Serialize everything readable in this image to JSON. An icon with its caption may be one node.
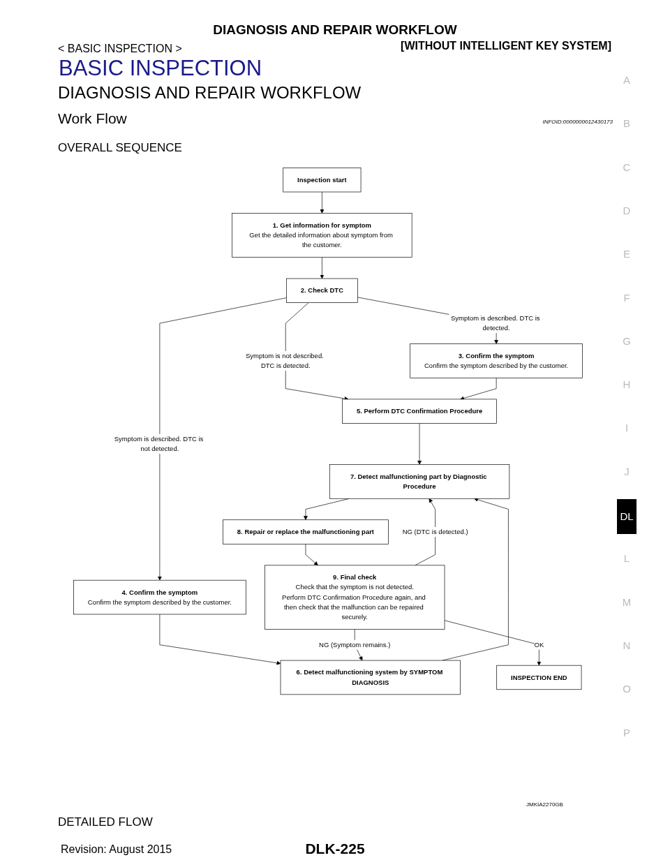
{
  "diagram": {
    "title": "DIAGNOSIS AND REPAIR WORKFLOW",
    "nodes": [
      {
        "text": [
          "Inspection start"
        ]
      },
      {
        "text": [
          "1. Get information for symptom",
          "Get the detailed information about symptom from the customer."
        ]
      },
      {
        "text": [
          "2. Check DTC"
        ]
      },
      {
        "text": [
          "3. Confirm the symptom",
          "Confirm the symptom described by the customer."
        ]
      },
      {
        "text": [
          "4. Confirm the symptom",
          "Confirm the symptom described by the customer."
        ]
      },
      {
        "text": [
          "5. Perform DTC Confirmation Procedure"
        ]
      },
      {
        "text": [
          "6. Detect malfunctioning system by SYMPTOM DIAGNOSIS"
        ]
      },
      {
        "text": [
          "7. Detect malfunctioning part by Diagnostic Procedure"
        ]
      },
      {
        "text": [
          "8. Repair or replace the malfunctioning part"
        ]
      },
      {
        "text": [
          "9. Final check",
          "Check that the symptom is not detected.",
          "Perform DTC Confirmation Procedure again, and then check that the malfunction can be repaired securely."
        ]
      },
      {
        "text": [
          "INSPECTION END"
        ]
      }
    ],
    "edges": [
      {
        "from": 0,
        "to": 1,
        "arrow": "to"
      },
      {
        "from": 1,
        "to": 2,
        "arrow": "to"
      },
      {
        "from": 2,
        "to": 3,
        "arrow": "to",
        "label": "Symptom is described. DTC is detected."
      },
      {
        "from": 2,
        "to": 5,
        "arrow": "to",
        "label": "Symptom is not described. DTC is detected."
      },
      {
        "from": 2,
        "to": 4,
        "arrow": "to",
        "label": "Symptom is described. DTC is not detected."
      },
      {
        "from": 3,
        "to": 5,
        "arrow": "to"
      },
      {
        "from": 4,
        "to": 6,
        "arrow": "to"
      },
      {
        "from": 5,
        "to": 7,
        "arrow": "to"
      },
      {
        "from": 6,
        "to": 7,
        "arrow": "to"
      },
      {
        "from": 7,
        "to": 8,
        "arrow": "to"
      },
      {
        "from": 8,
        "to": 9,
        "arrow": "to"
      },
      {
        "from": 9,
        "to": 7,
        "arrow": "to",
        "label": "NG (DTC is detected.)"
      },
      {
        "from": 9,
        "to": 6,
        "arrow": "to",
        "label": "NG (Symptom remains.)"
      },
      {
        "from": 9,
        "to": 10,
        "arrow": "to",
        "label": "OK"
      }
    ],
    "labels": [
      "< BASIC INSPECTION >",
      "[WITHOUT INTELLIGENT KEY SYSTEM]",
      "BASIC INSPECTION",
      "DIAGNOSIS AND REPAIR WORKFLOW",
      "Work Flow",
      "INFOID:0000000012430173",
      "OVERALL SEQUENCE",
      "A",
      "B",
      "C",
      "D",
      "E",
      "F",
      "G",
      "H",
      "I",
      "J",
      "DL",
      "L",
      "M",
      "N",
      "O",
      "P",
      "JMKIA2270GB",
      "DETAILED FLOW",
      "Revision: August 2015",
      "DLK-225"
    ]
  }
}
